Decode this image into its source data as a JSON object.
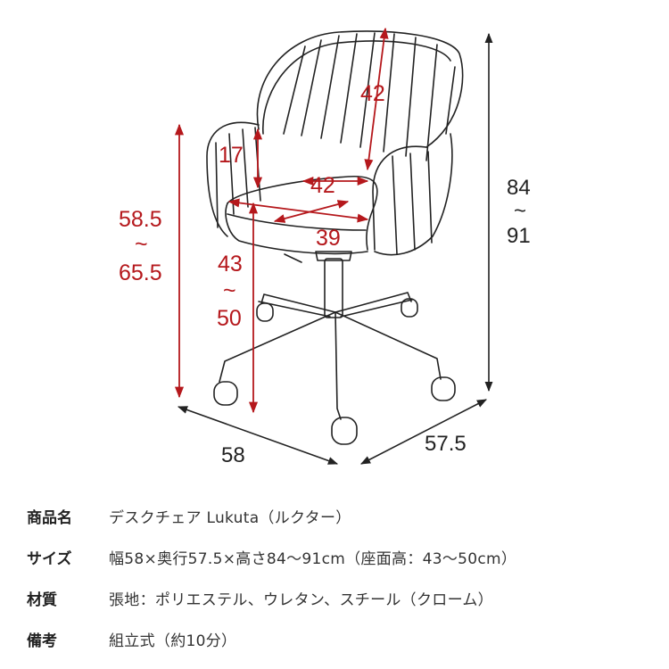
{
  "dimensions": {
    "back_height": "42",
    "seat_width": "42",
    "seat_depth": "39",
    "arm_height": "17",
    "arm_floor_min": "58.5",
    "arm_floor_max": "65.5",
    "seat_floor_min": "43",
    "seat_floor_max": "50",
    "total_height_min": "84",
    "total_height_max": "91",
    "width": "58",
    "depth": "57.5",
    "range_symbol": "~"
  },
  "colors": {
    "dimension": "#b5181c",
    "outline": "#222222"
  },
  "specs": [
    {
      "label": "商品名",
      "value": "デスクチェア Lukuta（ルクター）"
    },
    {
      "label": "サイズ",
      "value": "幅58×奥行57.5×高さ84〜91cm（座面高：43〜50cm）"
    },
    {
      "label": "材質",
      "value": "張地：ポリエステル、ウレタン、スチール（クローム）"
    },
    {
      "label": "備考",
      "value": "組立式（約10分）"
    }
  ]
}
